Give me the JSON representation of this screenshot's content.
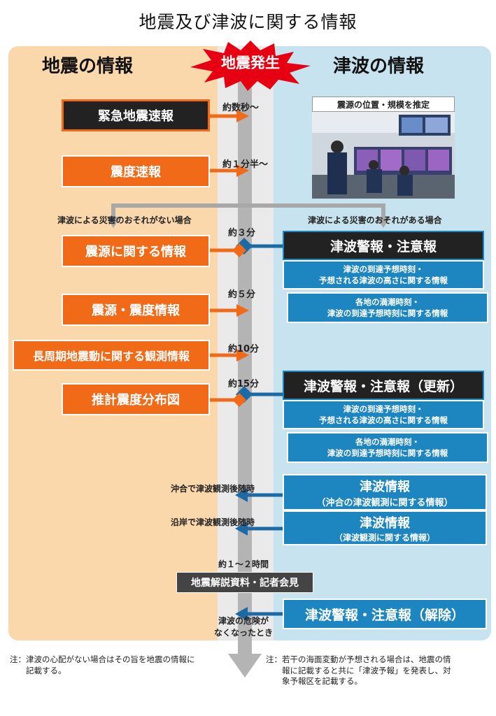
{
  "title": "地震及び津波に関する情報",
  "left_header": "地震の情報",
  "right_header": "津波の情報",
  "center_burst": "地震発生",
  "times": {
    "t1": "約数秒～",
    "t2": "約１分半～",
    "t3": "約３分",
    "t4": "約５分",
    "t5": "約10分",
    "t6": "約15分",
    "t7": "沖合で津波観測後随時",
    "t8": "沿岸で津波観測後随時",
    "t9": "約１～２時間",
    "t10": "津波の危険が\nなくなったとき"
  },
  "left_boxes": {
    "eew": "緊急地震速報",
    "intensity": "震度速報",
    "hypocenter": "震源に関する情報",
    "hypo_intensity": "震源・震度情報",
    "long_period": "長周期地震動に関する観測情報",
    "estimated_map": "推計震度分布図"
  },
  "branch": {
    "no_tsunami": "津波による災害のおそれがない場合",
    "tsunami": "津波による災害のおそれがある場合"
  },
  "photo_caption": "震源の位置・規模を推定",
  "right_boxes": {
    "warning": "津波警報・注意報",
    "warning_sub1": "津波の到達予想時刻・\n予想される津波の高さに関する情報",
    "warning_sub2": "各地の満潮時刻・\n津波の到達予想時刻に関する情報",
    "update": "津波警報・注意報（更新）",
    "update_sub1": "津波の到達予想時刻・\n予想される津波の高さに関する情報",
    "update_sub2": "各地の満潮時刻・\n津波の到達予想時刻に関する情報",
    "offshore_title": "津波情報",
    "offshore_sub": "（沖合の津波観測に関する情報）",
    "coastal_title": "津波情報",
    "coastal_sub": "（津波観測に関する情報）",
    "release": "津波警報・注意報（解除）"
  },
  "press": "地震解説資料・記者会見",
  "notes": {
    "left": "注：津波の心配がない場合はその旨を地震の情報に\n　　記載する。",
    "right": "注：若干の海面変動が予想される場合は、地震の情\n　　報に記載すると共に「津波予報」を発表し、対\n　　象予報区を記載する。"
  },
  "colors": {
    "orange": "#f06a18",
    "blue": "#1d86c1",
    "black": "#222222",
    "left_bg": "#fbd7ac",
    "right_bg": "#c8e3f0"
  }
}
